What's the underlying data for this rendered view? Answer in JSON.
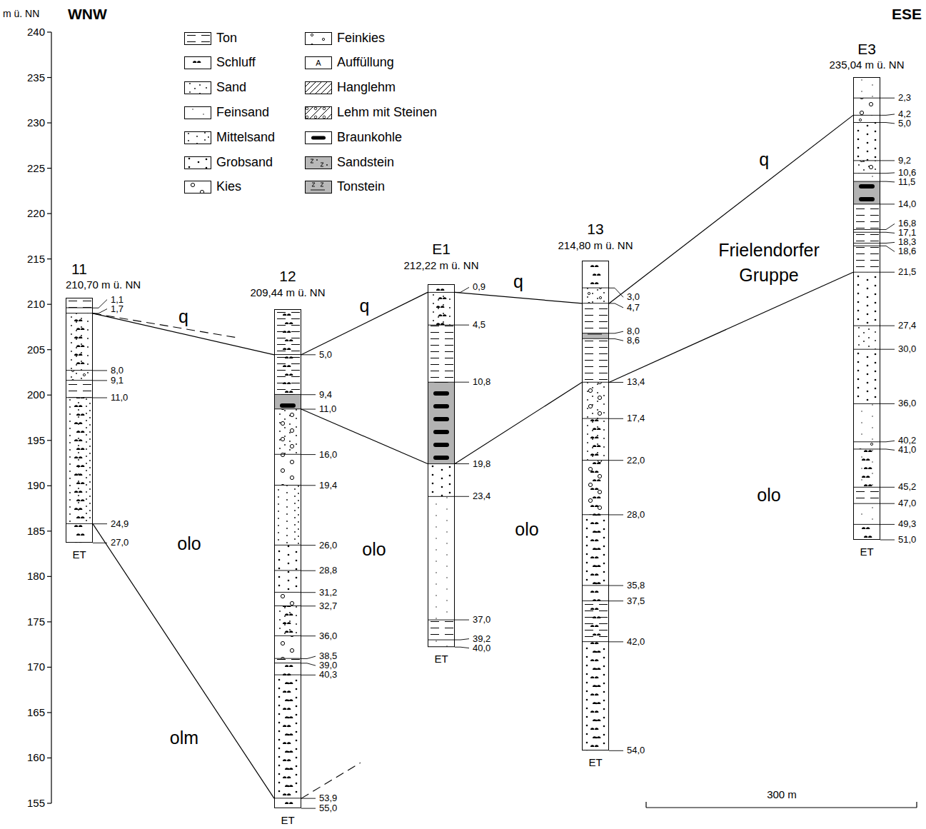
{
  "diagram": {
    "nodes": [
      {
        "text": [
          "11",
          "210,70 m ü. NN"
        ]
      },
      {
        "text": [
          "12",
          "209,44 m ü. NN"
        ]
      },
      {
        "text": [
          "E1",
          "212,22 m ü. NN"
        ]
      },
      {
        "text": [
          "13",
          "214,80 m ü. NN"
        ]
      },
      {
        "text": [
          "E3",
          "235,04 m ü. NN"
        ]
      }
    ],
    "edges": [
      {
        "from": 0,
        "to": 1,
        "label": "q",
        "arrow": "none"
      },
      {
        "from": 0,
        "to": 1,
        "arrow": "none"
      },
      {
        "from": 1,
        "to": 2,
        "label": "q",
        "arrow": "none"
      },
      {
        "from": 1,
        "to": 2,
        "arrow": "none"
      },
      {
        "from": 2,
        "to": 3,
        "label": "q",
        "arrow": "none"
      },
      {
        "from": 2,
        "to": 3,
        "arrow": "none"
      },
      {
        "from": 3,
        "to": 4,
        "label": "q",
        "arrow": "none"
      },
      {
        "from": 3,
        "to": 4,
        "arrow": "none"
      }
    ],
    "labels": [
      "m ü. NN",
      "240",
      "235",
      "230",
      "225",
      "220",
      "215",
      "210",
      "205",
      "200",
      "195",
      "190",
      "185",
      "180",
      "175",
      "170",
      "165",
      "160",
      "155",
      "WNW",
      "ESE",
      "A",
      "1,1",
      "1,7",
      "8,0",
      "9,1",
      "11,0",
      "24,9",
      "27,0",
      "ET",
      "5,0",
      "9,4",
      "11,0",
      "16,0",
      "19,4",
      "26,0",
      "28,8",
      "31,2",
      "32,7",
      "36,0",
      "38,5",
      "39,0",
      "40,3",
      "53,9",
      "55,0",
      "ET",
      "0,9",
      "4,5",
      "10,8",
      "19,8",
      "23,4",
      "37,0",
      "39,2",
      "40,0",
      "ET",
      "3,0",
      "4,7",
      "8,0",
      "8,6",
      "13,4",
      "17,4",
      "22,0",
      "28,0",
      "35,8",
      "37,5",
      "42,0",
      "54,0",
      "ET",
      "2,3",
      "4,2",
      "5,0",
      "9,2",
      "10,6",
      "11,5",
      "14,0",
      "16,8",
      "17,1",
      "18,3",
      "18,6",
      "21,5",
      "27,4",
      "30,0",
      "36,0",
      "40,2",
      "41,0",
      "45,2",
      "47,0",
      "49,3",
      "51,0",
      "ET",
      "olo",
      "olo",
      "olo",
      "olo",
      "olm",
      "Frielendorfer Gruppe",
      "300 m"
    ],
    "legend": [
      {
        "text": "Ton"
      },
      {
        "text": "Schluff"
      },
      {
        "text": "Sand"
      },
      {
        "text": "Feinsand"
      },
      {
        "text": "Mittelsand"
      },
      {
        "text": "Grobsand"
      },
      {
        "text": "Kies"
      },
      {
        "text": "Feinkies"
      },
      {
        "text": "Auffüllung"
      },
      {
        "text": "Hanglehm"
      },
      {
        "text": "Lehm mit Steinen"
      },
      {
        "text": "Braunkohle"
      },
      {
        "text": "Sandstein"
      },
      {
        "text": "Tonstein"
      }
    ]
  }
}
